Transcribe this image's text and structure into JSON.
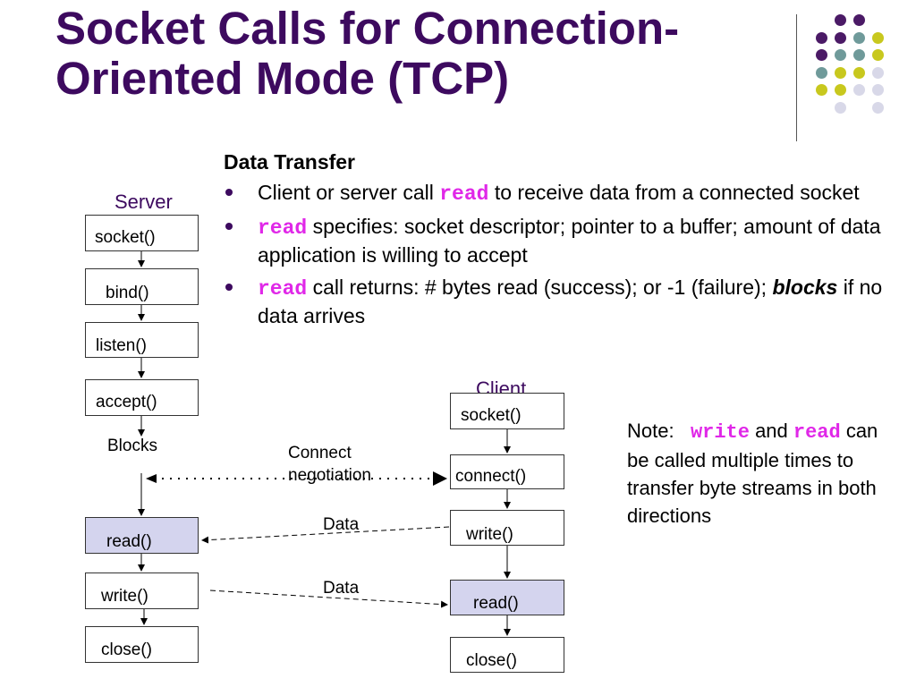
{
  "title": "Socket Calls for Connection-Oriented Mode (TCP)",
  "section_heading": "Data Transfer",
  "bullets": [
    {
      "pre": "Client or server call ",
      "code": "read",
      "post": " to receive data from a connected socket"
    },
    {
      "pre": "",
      "code": "read",
      "post": " specifies: socket descriptor; pointer to a buffer; amount of data application is willing to accept"
    },
    {
      "pre": "",
      "code": "read",
      "post": " call returns: # bytes read (success); or -1 (failure); ",
      "emph": "blocks",
      "post2": " if no data arrives"
    }
  ],
  "server": {
    "label": "Server",
    "calls": [
      "socket()",
      "bind()",
      "listen()",
      "accept()",
      "read()",
      "write()",
      "close()"
    ],
    "blocks_label": "Blocks"
  },
  "client": {
    "label": "Client",
    "calls": [
      "socket()",
      "connect()",
      "write()",
      "read()",
      "close()"
    ]
  },
  "connect_label": "Connect negotiation",
  "data_label_1": "Data",
  "data_label_2": "Data",
  "note": {
    "pre": "Note: ",
    "code1": "write",
    "mid": " and ",
    "code2": "read",
    "post": " can be called multiple times to transfer byte streams in both directions"
  },
  "colors": {
    "title": "#3d0a5f",
    "code": "#e028e8",
    "highlight_box": "#d4d4ee",
    "dot_purple": "#4b1a66",
    "dot_teal": "#6f9a9a",
    "dot_yellow": "#c8c81e",
    "dot_gray": "#d8d8e8"
  }
}
